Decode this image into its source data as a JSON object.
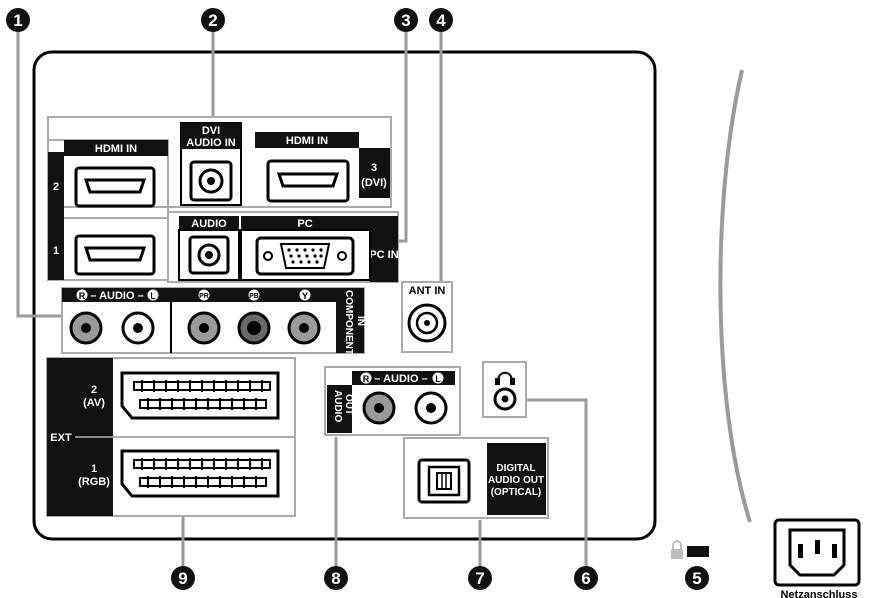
{
  "labels": {
    "hdmi_in_left": "HDMI IN",
    "hdmi_port_2": "2",
    "hdmi_port_1": "1",
    "dvi_audio_in_line1": "DVI",
    "dvi_audio_in_line2": "AUDIO IN",
    "hdmi_in_right": "HDMI IN",
    "hdmi3_line1": "3",
    "hdmi3_line2": "(DVI)",
    "pc_audio": "AUDIO",
    "pc": "PC",
    "pc_in": "PC IN",
    "audio_r": "R",
    "audio_dash1": "– AUDIO –",
    "audio_l": "L",
    "pr": "PR",
    "pb": "PB",
    "y": "Y",
    "component_line1": "COMPONENT",
    "component_line2": "IN",
    "ant_in": "ANT IN",
    "ext": "EXT",
    "ext2_line1": "2",
    "ext2_line2": "(AV)",
    "ext1_line1": "1",
    "ext1_line2": "(RGB)",
    "audio_out_r": "R",
    "audio_out_text": "– AUDIO –",
    "audio_out_l": "L",
    "audio_out_v1": "AUDIO",
    "audio_out_v2": "OUT",
    "digital_line1": "DIGITAL",
    "digital_line2": "AUDIO OUT",
    "digital_line3": "(OPTICAL)",
    "power": "Netzanschluss"
  },
  "callouts": [
    "1",
    "2",
    "3",
    "4",
    "5",
    "6",
    "7",
    "8",
    "9"
  ],
  "icons": {
    "hdmi": "hdmi-port-icon",
    "vga": "vga-port-icon",
    "scart": "scart-port-icon",
    "rca": "rca-jack-icon",
    "optical": "optical-port-icon",
    "headphone": "headphone-icon",
    "lock": "kensington-lock-icon",
    "power": "power-socket-icon"
  }
}
